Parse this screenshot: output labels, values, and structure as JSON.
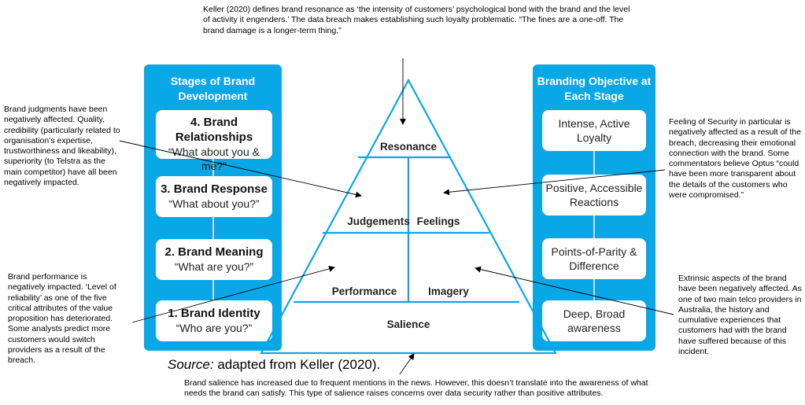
{
  "top_note": "Keller (2020) defines brand resonance as ‘the intensity of customers’ psychological bond with the brand and the level of activity it engenders.’ The data breach makes establishing such loyalty problematic. “The fines are a one-off. The brand damage is a longer-term thing,”",
  "left_panel": {
    "title_line1": "Stages of Brand",
    "title_line2": "Development",
    "stages": [
      {
        "title": "4. Brand",
        "title2": "Relationships",
        "question": "“What about you & me?”"
      },
      {
        "title": "3. Brand Response",
        "question": "“What about you?”"
      },
      {
        "title": "2. Brand Meaning",
        "question": "“What are you?”"
      },
      {
        "title": "1. Brand Identity",
        "question": "“Who are you?”"
      }
    ]
  },
  "right_panel": {
    "title_line1": "Branding Objective at",
    "title_line2": "Each Stage",
    "objectives": [
      {
        "line1": "Intense, Active",
        "line2": "Loyalty"
      },
      {
        "line1": "Positive, Accessible",
        "line2": "Reactions"
      },
      {
        "line1": "Points-of-Parity &",
        "line2": "Difference"
      },
      {
        "line1": "Deep, Broad",
        "line2": "awareness"
      }
    ]
  },
  "pyramid": {
    "resonance": "Resonance",
    "judgements": "Judgements",
    "feelings": "Feelings",
    "performance": "Performance",
    "imagery": "Imagery",
    "salience": "Salience"
  },
  "notes": {
    "judgments": "Brand judgments have been negatively affected. Quality, credibility (particularly related to organisation’s expertise, trustworthiness and likeability), superiority (to Telstra as the main competitor) have all been negatively impacted.",
    "performance": "Brand performance is negatively impacted. ‘Level of reliability’ as one of the five critical attributes of the value proposition has deteriorated. Some analysts predict more customers would switch providers as a result of the breach.",
    "feelings": "Feeling of Security in particular is negatively affected as a result of the breach, decreasing their emotional connection with the brand. Some commentators believe Optus “could have been more transparent about the details of the customers who were compromised.”",
    "imagery": "Extrinsic aspects of the brand have been negatively affected. As one of two main telco providers in Australia, the history and cumulative experiences that customers had with the brand have suffered because of this incident.",
    "salience": "Brand salience has increased due to frequent mentions in the news. However, this doesn’t translate into the awareness of what needs the brand can satisfy. This type of salience raises concerns over data security rather than positive attributes."
  },
  "source": {
    "label": "Source:",
    "text": " adapted from Keller (2020)."
  },
  "colors": {
    "panel": "#0aa7e6",
    "connector": "#cfd6dc"
  }
}
